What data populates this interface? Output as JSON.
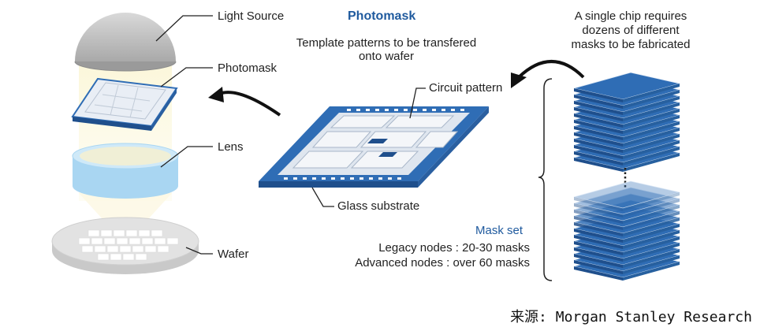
{
  "labels": {
    "light_source": "Light Source",
    "photomask": "Photomask",
    "lens": "Lens",
    "wafer": "Wafer",
    "circuit_pattern": "Circuit pattern",
    "glass_substrate": "Glass substrate"
  },
  "center": {
    "title": "Photomask",
    "subtitle_line1": "Template patterns to be transfered",
    "subtitle_line2": "onto wafer"
  },
  "right": {
    "note_line1": "A single chip requires",
    "note_line2": "dozens of different",
    "note_line3": "masks to be fabricated",
    "mask_set_title": "Mask set",
    "legacy": "Legacy nodes : 20-30 masks",
    "advanced": "Advanced nodes : over 60 masks"
  },
  "source": "来源: Morgan Stanley Research",
  "colors": {
    "mask_blue": "#2f6db5",
    "mask_dark": "#1f4f8c",
    "title_blue": "#1f5a9e",
    "lens_blue": "#a9d6f2",
    "light_gray": "#bcbcbc"
  }
}
